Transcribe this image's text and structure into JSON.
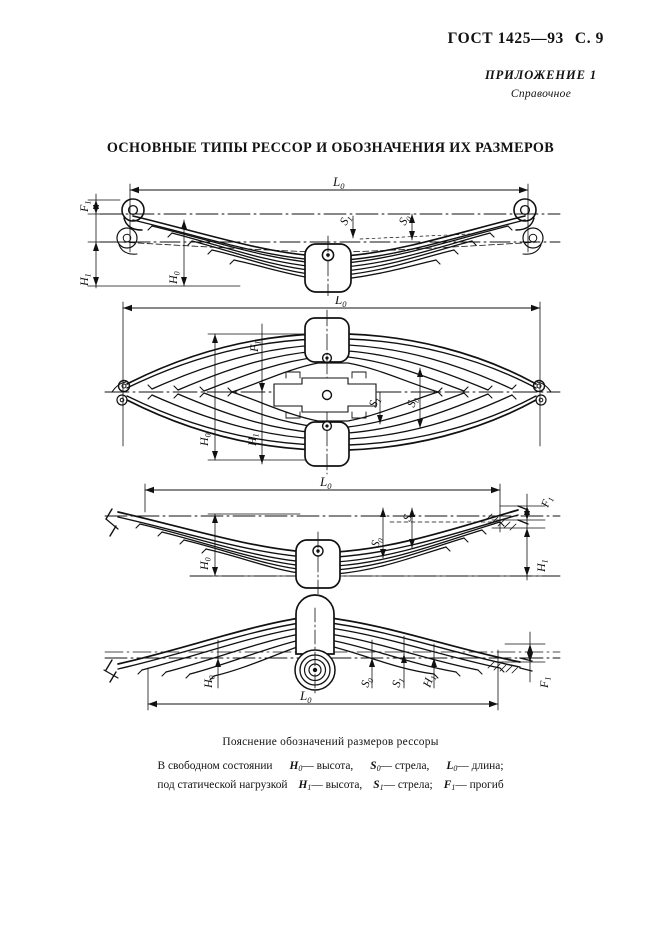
{
  "header": {
    "standard": "ГОСТ 1425—93",
    "page_label": "С. 9"
  },
  "annex": {
    "title": "ПРИЛОЖЕНИЕ 1",
    "subtitle": "Справочное"
  },
  "main_title": "ОСНОВНЫЕ ТИПЫ РЕССОР И ОБОЗНАЧЕНИЯ ИХ РАЗМЕРОВ",
  "symbols": {
    "L": "L",
    "H": "H",
    "S": "S",
    "F": "F",
    "sub0": "0",
    "sub1": "1"
  },
  "figures": [
    {
      "id": "fig1",
      "name": "semi-elliptic-spring-with-eyes",
      "labels": [
        "L0",
        "F1",
        "H1",
        "H0",
        "S1",
        "S0"
      ]
    },
    {
      "id": "fig2",
      "name": "full-elliptic-spring",
      "labels": [
        "L0",
        "F1",
        "H0",
        "H1",
        "S1",
        "S0"
      ]
    },
    {
      "id": "fig3",
      "name": "spring-with-flat-ends",
      "labels": [
        "L0",
        "H0",
        "S0",
        "S1",
        "F1",
        "H1"
      ]
    },
    {
      "id": "fig4",
      "name": "inverted-spring-with-center-bushing",
      "labels": [
        "H0",
        "S0",
        "S1",
        "H1",
        "F1",
        "L0"
      ]
    }
  ],
  "caption": {
    "title": "Пояснение обозначений размеров рессоры",
    "line1": {
      "lead": "В свободном состоянии",
      "items": [
        {
          "sym": "H",
          "sub": "0",
          "text": "— высота,"
        },
        {
          "sym": "S",
          "sub": "0",
          "text": "— стрела,"
        },
        {
          "sym": "L",
          "sub": "0",
          "text": "— длина;"
        }
      ]
    },
    "line2": {
      "lead": "под статической нагрузкой",
      "items": [
        {
          "sym": "H",
          "sub": "1",
          "text": "— высота,"
        },
        {
          "sym": "S",
          "sub": "1",
          "text": "— стрела;"
        },
        {
          "sym": "F",
          "sub": "1",
          "text": "— прогиб"
        }
      ]
    }
  },
  "colors": {
    "ink": "#111111",
    "paper": "#ffffff"
  }
}
